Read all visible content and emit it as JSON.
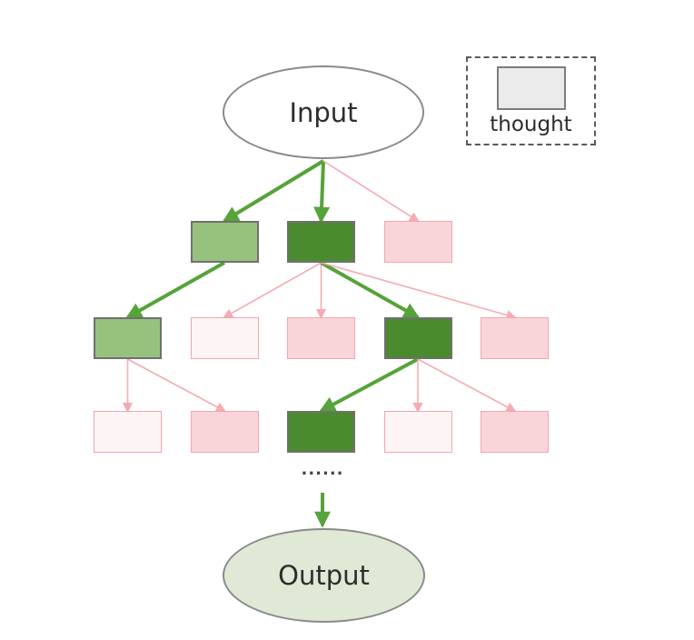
{
  "diagram": {
    "input_label": "Input",
    "output_label": "Output",
    "ellipsis": "......",
    "legend": {
      "label": "thought"
    },
    "colors": {
      "chosen_fill": "#4a8b2e",
      "promising_fill": "#96c27e",
      "green_box_border": "#707070",
      "rejected_fill": "#f9d5da",
      "discarded_fill": "#fdf4f6",
      "pink_border": "#f2a6ae",
      "strong_edge": "#55a339",
      "weak_edge": "#f5abb3",
      "input_fill": "#ffffff",
      "output_fill": "#dfe9d6",
      "ellipse_border": "#8a8a8a",
      "legend_fill": "#ebebeb",
      "legend_border": "#7c7c7c",
      "legend_dash": "#5a5a5a",
      "dots": "#3f4650",
      "text": "#2d2d2d"
    },
    "nodes": [
      {
        "id": "l1c1",
        "level": 1,
        "col": 1,
        "state": "promising"
      },
      {
        "id": "l1c2",
        "level": 1,
        "col": 2,
        "state": "chosen"
      },
      {
        "id": "l1c3",
        "level": 1,
        "col": 3,
        "state": "rejected"
      },
      {
        "id": "l2c0",
        "level": 2,
        "col": 0,
        "state": "promising"
      },
      {
        "id": "l2c1",
        "level": 2,
        "col": 1,
        "state": "discarded"
      },
      {
        "id": "l2c2",
        "level": 2,
        "col": 2,
        "state": "rejected"
      },
      {
        "id": "l2c3",
        "level": 2,
        "col": 3,
        "state": "chosen"
      },
      {
        "id": "l2c4",
        "level": 2,
        "col": 4,
        "state": "rejected"
      },
      {
        "id": "l3c0",
        "level": 3,
        "col": 0,
        "state": "discarded"
      },
      {
        "id": "l3c1",
        "level": 3,
        "col": 1,
        "state": "rejected"
      },
      {
        "id": "l3c2",
        "level": 3,
        "col": 2,
        "state": "chosen"
      },
      {
        "id": "l3c3",
        "level": 3,
        "col": 3,
        "state": "discarded"
      },
      {
        "id": "l3c4",
        "level": 3,
        "col": 4,
        "state": "rejected"
      }
    ],
    "edges": [
      {
        "from": "input",
        "to": "l1c1",
        "kind": "strong"
      },
      {
        "from": "input",
        "to": "l1c2",
        "kind": "strong"
      },
      {
        "from": "input",
        "to": "l1c3",
        "kind": "weak"
      },
      {
        "from": "l1c1",
        "to": "l2c0",
        "kind": "strong"
      },
      {
        "from": "l1c2",
        "to": "l2c1",
        "kind": "weak"
      },
      {
        "from": "l1c2",
        "to": "l2c2",
        "kind": "weak"
      },
      {
        "from": "l1c2",
        "to": "l2c3",
        "kind": "strong"
      },
      {
        "from": "l1c2",
        "to": "l2c4",
        "kind": "weak"
      },
      {
        "from": "l2c0",
        "to": "l3c0",
        "kind": "weak"
      },
      {
        "from": "l2c0",
        "to": "l3c1",
        "kind": "weak"
      },
      {
        "from": "l2c3",
        "to": "l3c2",
        "kind": "strong"
      },
      {
        "from": "l2c3",
        "to": "l3c3",
        "kind": "weak"
      },
      {
        "from": "l2c3",
        "to": "l3c4",
        "kind": "weak"
      },
      {
        "from": "dots",
        "to": "output",
        "kind": "strong"
      }
    ]
  }
}
